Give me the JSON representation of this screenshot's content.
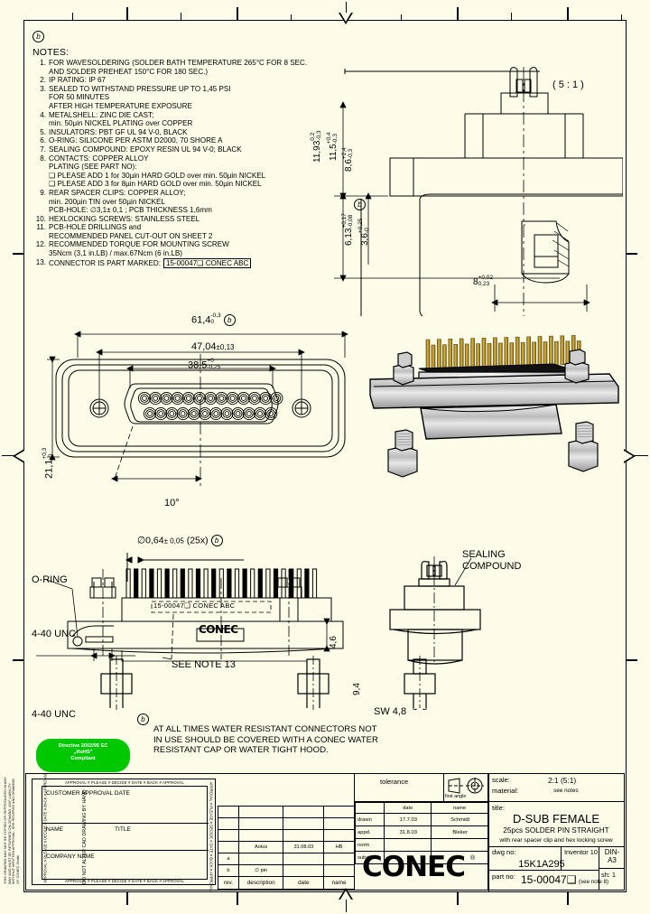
{
  "drawing": {
    "sheet_format": "DIN-A3",
    "sheet_no": "sh: 1"
  },
  "notes": {
    "marker": "b",
    "heading": "NOTES:",
    "items": [
      {
        "num": "1.",
        "lines": [
          "FOR WAVESOLDERING (SOLDER BATH TEMPERATURE 265°C FOR 8 SEC.",
          "AND SOLDER PREHEAT 150°C FOR 180 SEC.)"
        ]
      },
      {
        "num": "2.",
        "lines": [
          "IP RATING: IP 67"
        ]
      },
      {
        "num": "3.",
        "lines": [
          "SEALED TO WITHSTAND PRESSURE UP TO 1,45 PSI",
          "FOR 50 MINUTES",
          "AFTER HIGH TEMPERATURE EXPOSURE"
        ]
      },
      {
        "num": "4.",
        "lines": [
          "METALSHELL: ZINC DIE CAST;",
          "min. 50µin NICKEL PLATING over COPPER"
        ]
      },
      {
        "num": "5.",
        "lines": [
          "INSULATORS: PBT GF UL 94 V-0, BLACK"
        ]
      },
      {
        "num": "6.",
        "lines": [
          "O-RING: SILICONE PER ASTM D2000, 70 SHORE A"
        ]
      },
      {
        "num": "7.",
        "lines": [
          "SEALING COMPOUND: EPOXY RESIN UL 94 V-0; BLACK"
        ]
      },
      {
        "num": "8.",
        "lines": [
          "CONTACTS: COPPER ALLOY",
          "PLATING (SEE PART NO):",
          "❑  PLEASE ADD 1 for 30µin HARD GOLD over min. 50µin NICKEL",
          "❑  PLEASE ADD 3 for 8µin HARD GOLD over min. 50µin NICKEL"
        ]
      },
      {
        "num": "9.",
        "lines": [
          "REAR SPACER CLIPS: COPPER ALLOY;",
          "min. 200µin TIN over 50µin NICKEL",
          "PCB-HOLE: ∅3,1± 0,1 ; PCB THICKNESS 1,6mm"
        ]
      },
      {
        "num": "10.",
        "lines": [
          "HEXLOCKING SCREWS: STAINLESS STEEL"
        ]
      },
      {
        "num": "11.",
        "lines": [
          "PCB-HOLE DRILLINGS and",
          "RECOMMENDED PANEL CUT-OUT ON SHEET 2"
        ]
      },
      {
        "num": "12.",
        "lines": [
          "RECOMMENDED TORQUE FOR MOUNTING SCREW",
          "35Ncm (3,1 in.LB) / max.67Ncm (6 in.LB)"
        ]
      },
      {
        "num": "13.",
        "lines": [
          "CONNECTOR IS PART MARKED:"
        ],
        "boxed": "15-00047❑  CONEC  ABC"
      }
    ]
  },
  "detail_view": {
    "scale_label": "( 5 : 1 )",
    "dims": {
      "d1": "11,93",
      "d1_plus": "0,2",
      "d1_minus": "-0,3",
      "d2": "11,5",
      "d2_plus": "+0,4",
      "d2_minus": "-0,3",
      "d3": "8,6",
      "d3_plus": "+2,4",
      "d3_minus": "-0,3",
      "d4": "6,13",
      "d4_plus": "+0,17",
      "d4_minus": "-0,08",
      "d5": "3,6",
      "d5_plus": "+0,25",
      "d5_minus": "-0",
      "d6": "8",
      "d6_plus": "+0,02",
      "d6_minus": "0,23",
      "marker": "b"
    }
  },
  "front_view": {
    "dims": {
      "width_overall": "61,4",
      "width_overall_tol_top": "-0,3",
      "width_overall_tol_bot": "0",
      "width_mount": "47,04",
      "width_mount_tol": "±0,13",
      "width_inner": "38,5",
      "width_inner_tol_top": "+0",
      "width_inner_tol_bot": "-0,25",
      "height": "21,1",
      "height_tol_top": "+0,3",
      "height_tol_bot": "-0",
      "angle": "10°",
      "marker": "b"
    },
    "contact_count": 25
  },
  "side_view": {
    "pin_dia": "∅0,64",
    "pin_dia_tol": "± 0,05",
    "pin_qty": "(25x)",
    "marker": "b",
    "part_mark": "15-00047❑ CONEC ABC",
    "logo_mark": "CONEC",
    "oring_label": "O-RING",
    "thread_label": "4-40 UNC",
    "thread_label2": "4-40 UNC",
    "note_ref": "SEE NOTE 13",
    "dim_46": "4,6",
    "dim_94": "9,4",
    "sw_label": "SW 4,8"
  },
  "right_view": {
    "sealing_label_line1": "SEALING",
    "sealing_label_line2": "COMPOUND"
  },
  "warning": {
    "marker": "b",
    "lines": [
      "AT ALL TIMES WATER RESISTANT CONNECTORS NOT",
      "IN USE SHOULD BE COVERED WITH A CONEC WATER",
      "RESISTANT CAP OR WATER TIGHT HOOD."
    ]
  },
  "rohs": {
    "line1": "Directive 2002/95 EC",
    "line2": "„RoHS\"",
    "line3": "Compliant"
  },
  "title_block": {
    "approval_top": "APPROVAL # PLEASE # DECIDE # DATE # BACK # APPROVAL",
    "approval_bottom": "APPROVAL # PLEASE # DECIDE # DATE # BACK # APPROVAL",
    "customer_approval_date": "CUSTOMER APPROVAL DATE",
    "name_label": "NAME",
    "title_label": "TITLE",
    "company_label": "COMPANY NAME",
    "side_text_left": "APPROVAL # PLEASE # DECIDE # DATE # BACK # APPROVAL",
    "copyright_text": "THIS DRAWING MAY NOT BE COPIED OR REPRODUCED IN ANY WAY AND MUST BE RETURNED ON DEMAND. ANY LIABILITY WITHOUT WRITTEN APPROVAL. SEE REVERSE AND DRAWING OF CONEC Gmbh",
    "cad_warning": "DO NOT ALTER CAD DRAWING BY HAND",
    "revisions": {
      "columns": [
        "rev.",
        "description",
        "date",
        "name"
      ],
      "rows": [
        {
          "rev": "b",
          "description": "∅ pin",
          "date": "",
          "name": ""
        },
        {
          "rev": "a",
          "description": "",
          "date": "",
          "name": ""
        },
        {
          "rev": "",
          "description": "Aotus",
          "date": "31.08.03",
          "name": "HB"
        }
      ]
    },
    "tolerance_label": "tolerance",
    "projection_label": "first angle",
    "scale_label": "scale:",
    "scale_value": "2:1 (5:1)",
    "material_label": "material:",
    "material_value": "see notes",
    "date_col": "date",
    "name_col": "name",
    "rows": [
      {
        "label": "drawn",
        "date": "17.7.03",
        "name": "Schmidt"
      },
      {
        "label": "appd.",
        "date": "31.8.03",
        "name": "Bleker"
      },
      {
        "label": "norm",
        "date": "",
        "name": ""
      },
      {
        "label": "subst.",
        "date": "",
        "name": ""
      }
    ],
    "title_label_tb": "title:",
    "title_main": "D-SUB FEMALE",
    "title_sub1": "25pcs  SOLDER PIN STRAIGHT",
    "title_sub2": "with rear spacer clip and hex locking screw",
    "dwg_no_label": "dwg no:",
    "dwg_no_value": "15K1A295",
    "cad_system": "Inventor 10",
    "format": "DIN-A3",
    "sheet": "sh: 1",
    "part_no_label": "part no:",
    "part_no_value": "15-00047❑",
    "part_no_note": "(see note 8)",
    "brand": "CONEC"
  }
}
